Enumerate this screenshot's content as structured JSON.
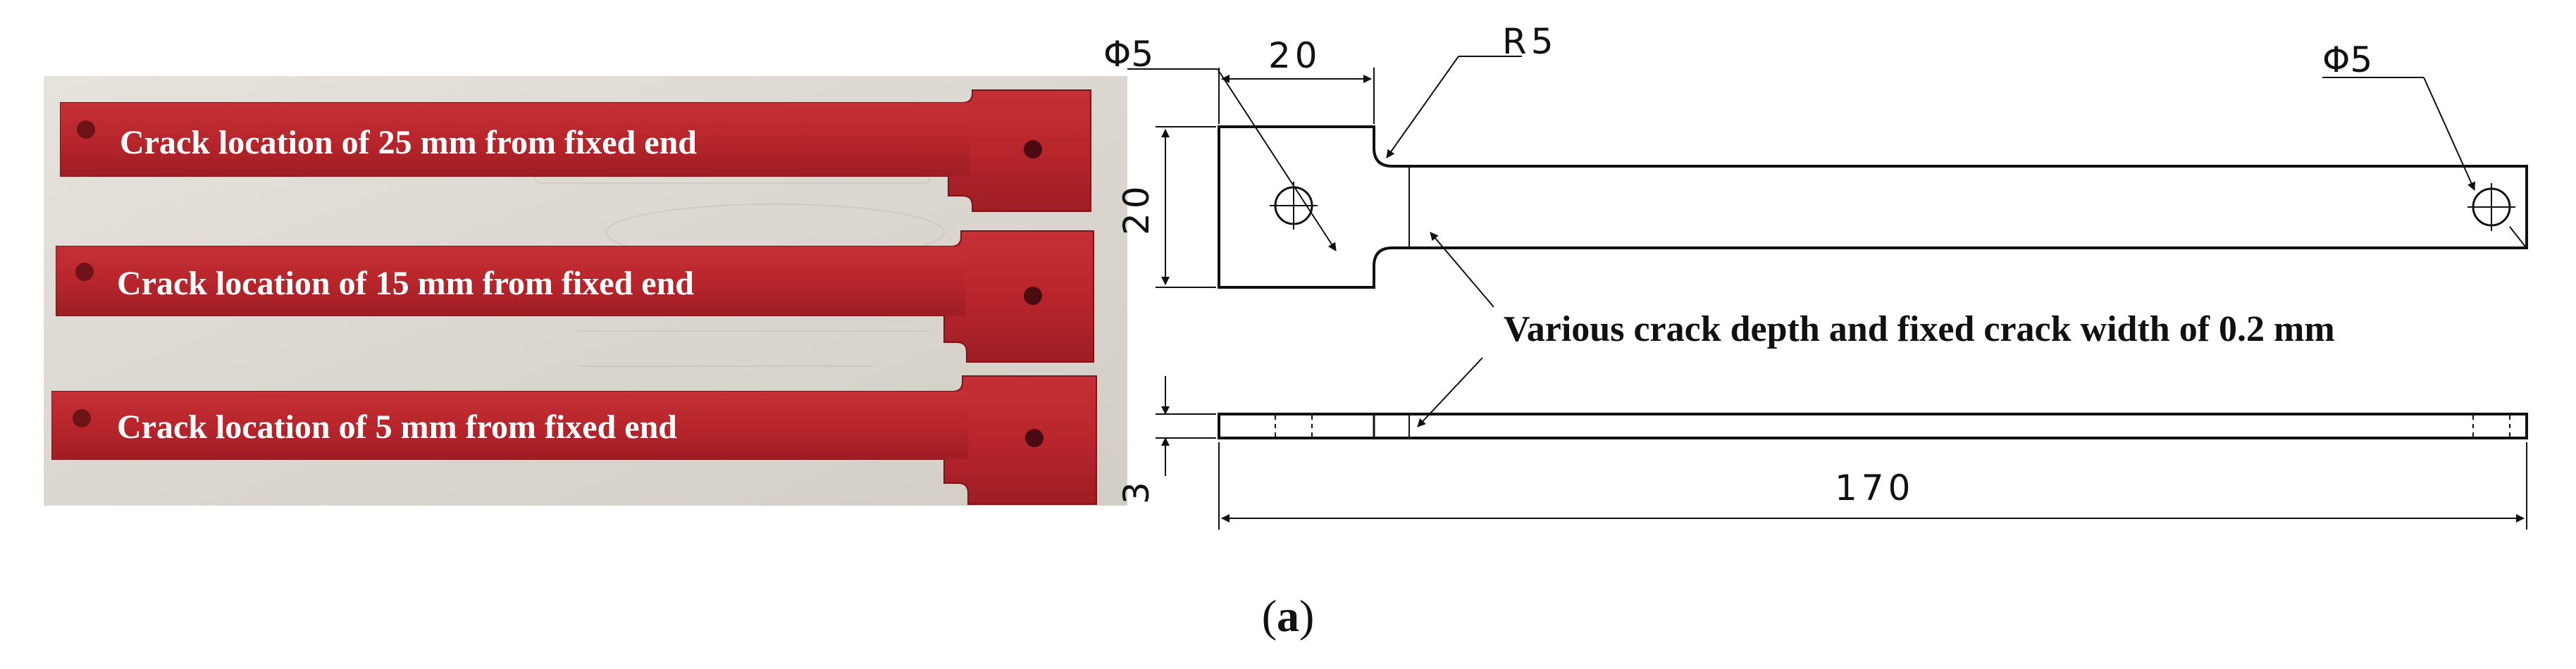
{
  "photo": {
    "labels": [
      "Crack location of 25 mm from fixed end",
      "Crack location of 15 mm from fixed end",
      "Crack location of 5 mm from fixed end"
    ]
  },
  "drawing": {
    "hole_top_left": "Φ5",
    "width_20": "20",
    "radius": "R5",
    "hole_top_right": "Φ5",
    "height_20": "20",
    "thickness_3": "3",
    "length_170": "170",
    "note": "Various crack depth and fixed crack width of 0.2 mm"
  },
  "caption": {
    "open": "(",
    "letter": "a",
    "close": ")"
  },
  "colors": {
    "specimen": "#b8262c",
    "photo_background": "#ddd8d0",
    "line": "#111111"
  }
}
